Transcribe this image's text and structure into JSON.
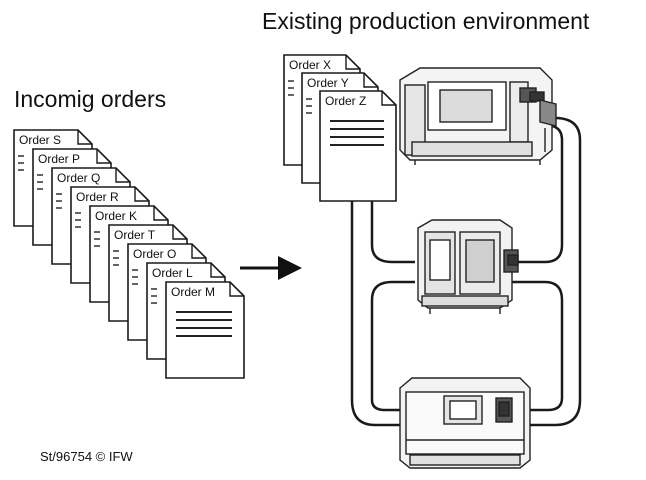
{
  "titles": {
    "incoming": "Incomig orders",
    "production": "Existing production environment"
  },
  "incoming_orders": [
    "Order S",
    "Order P",
    "Order Q",
    "Order R",
    "Order K",
    "Order T",
    "Order O",
    "Order L",
    "Order M"
  ],
  "environment_orders": [
    "Order X",
    "Order Y",
    "Order Z"
  ],
  "footer": "St/96754 © IFW",
  "icons": {
    "document": "document-icon",
    "arrow": "arrow-right-icon",
    "machine_lathe": "lathe-machine-icon",
    "machine_mill": "milling-machine-icon",
    "machine_cabinet": "cabinet-machine-icon"
  },
  "colors": {
    "line": "#1a1a1a",
    "paper": "#ffffff",
    "machine_fill": "#efefef",
    "machine_dark": "#555555"
  }
}
